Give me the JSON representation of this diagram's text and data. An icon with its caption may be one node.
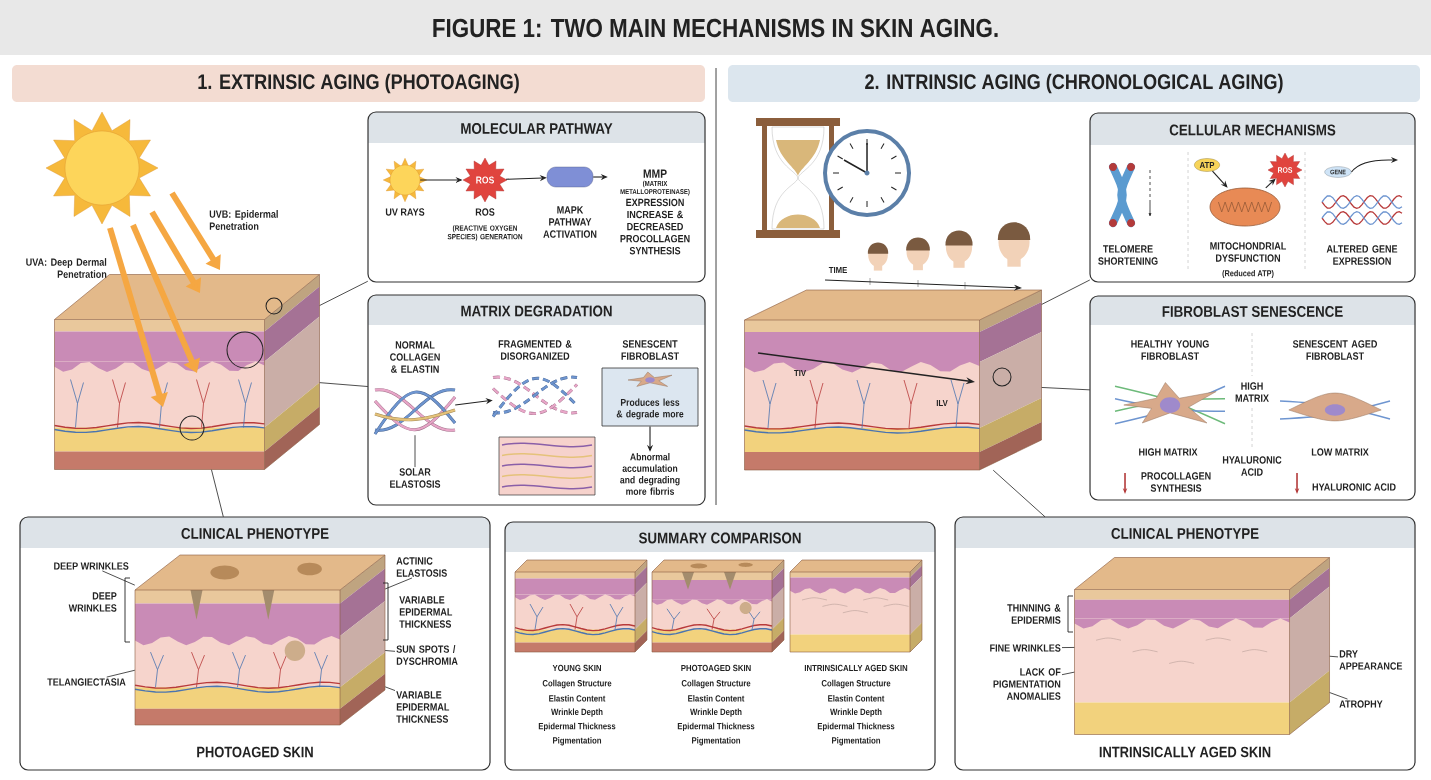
{
  "diagram": {
    "title": "FIGURE 1: TWO MAIN MECHANISMS IN SKIN AGING.",
    "nodes": [
      {
        "text": [
          "1. EXTRINSIC AGING (PHOTOAGING)"
        ]
      },
      {
        "text": [
          "2. INTRINSIC AGING (CHRONOLOGICAL AGING)"
        ]
      },
      {
        "text": [
          "MOLECULAR PATHWAY"
        ]
      },
      {
        "text": [],
        "shape": "picture",
        "in": 2,
        "beside": [
          "UV RAYS"
        ]
      },
      {
        "text": [
          "ROS"
        ],
        "in": 2,
        "beside": [
          "ROS",
          "(REACTIVE OXYGEN SPECIES) GENERATION"
        ]
      },
      {
        "text": [],
        "shape": "box",
        "in": 2,
        "beside": [
          "MAPK PATHWAY ACTIVATION"
        ]
      },
      {
        "text": [
          "MMP",
          "(MATRIX METALLOPROTEINASE)",
          "EXPRESSION INCREASE & DECREASED PROCOLLAGEN SYNTHESIS"
        ],
        "in": 2
      },
      {
        "text": [
          "MATRIX DEGRADATION"
        ]
      },
      {
        "text": [
          "NORMAL COLLAGEN & ELASTIN"
        ],
        "in": 7
      },
      {
        "text": [
          "SOLAR ELASTOSIS"
        ],
        "in": 7
      },
      {
        "text": [
          "FRAGMENTED & DISORGANIZED"
        ],
        "in": 7
      },
      {
        "text": [],
        "shape": "picture",
        "in": 7
      },
      {
        "text": [
          "Produces less & degrade more"
        ],
        "in": 7,
        "beside": [
          "SENESCENT FIBROBLAST"
        ]
      },
      {
        "text": [
          "Abnormal accumulation and degrading more fibrris"
        ],
        "in": 7
      },
      {
        "text": [],
        "shape": "picture"
      },
      {
        "text": [
          "CLINICAL PHENOTYPE",
          "PHOTOAGED SKIN"
        ]
      },
      {
        "text": [],
        "shape": "picture",
        "in": 15
      },
      {
        "text": [
          "DEEP WRINKLES"
        ],
        "in": 15
      },
      {
        "text": [
          "TELANGIECTASIA"
        ],
        "in": 15
      },
      {
        "text": [
          "ACTINIC ELASTOSIS"
        ],
        "in": 15
      },
      {
        "text": [
          "SUN SPOTS / DYSCHROMIA"
        ],
        "in": 15
      },
      {
        "text": [
          "VARIABLE EPIDERMAL THICKNESS"
        ],
        "in": 15
      },
      {
        "text": [
          "SUMMARY COMPARISON"
        ]
      },
      {
        "text": [],
        "shape": "picture",
        "in": 22,
        "beside": [
          "YOUNG SKIN",
          "Collagen Structure",
          "Elastin Content",
          "Wrinkle Depth",
          "Epidermal Thickness",
          "Pigmentation"
        ]
      },
      {
        "text": [],
        "shape": "picture",
        "in": 22,
        "beside": [
          "PHOTOAGED SKIN",
          "Collagen Structure",
          "Elastin Content",
          "Wrinkle Depth",
          "Epidermal Thickness",
          "Pigmentation"
        ]
      },
      {
        "text": [],
        "shape": "picture",
        "in": 22,
        "beside": [
          "INTRINSICALLY AGED SKIN",
          "Collagen Structure",
          "Elastin Content",
          "Wrinkle Depth",
          "Epidermal Thickness",
          "Pigmentation"
        ]
      },
      {
        "text": [],
        "shape": "picture"
      },
      {
        "text": [
          "CELLULAR MECHANISMS"
        ]
      },
      {
        "text": [],
        "shape": "picture",
        "in": 27,
        "beside": [
          "TELOMERE SHORTENING"
        ]
      },
      {
        "text": [],
        "shape": "picture",
        "in": 27,
        "beside": [
          "MITOCHONDRIAL DYSFUNCTION",
          "(Reduced ATP)"
        ]
      },
      {
        "text": [
          "ATP"
        ],
        "in": 27
      },
      {
        "text": [
          "ROS"
        ],
        "in": 27
      },
      {
        "text": [
          "ALTERED GENE EXPRESSION"
        ],
        "in": 27
      },
      {
        "text": [
          "GENE"
        ],
        "in": 27
      },
      {
        "text": [
          "FIBROBLAST SENESCENCE"
        ]
      },
      {
        "text": [],
        "shape": "picture",
        "in": 34,
        "beside": [
          "HEALTHY YOUNG FIBROBLAST"
        ]
      },
      {
        "text": [],
        "shape": "picture",
        "in": 34,
        "beside": [
          "SENESCENT AGED FIBROBLAST"
        ]
      },
      {
        "text": [
          "CLINICAL PHENOTYPE",
          "INTRINSICALLY AGED SKIN"
        ]
      },
      {
        "text": [],
        "shape": "picture",
        "in": 37
      },
      {
        "text": [
          "FINE WRINKLES"
        ],
        "in": 37
      },
      {
        "text": [
          "LACK OF PIGMENTATION ANOMALIES"
        ],
        "in": 37
      },
      {
        "text": [
          "DRY APPEARANCE"
        ],
        "in": 37
      },
      {
        "text": [
          "ATROPHY"
        ],
        "in": 37
      }
    ],
    "edges": [
      {
        "from": 3,
        "to": 4,
        "arrow": "to"
      },
      {
        "from": 4,
        "to": 5,
        "arrow": "to"
      },
      {
        "from": 5,
        "to": 6,
        "arrow": "to"
      },
      {
        "from": 9,
        "to": 8,
        "arrow": "none"
      },
      {
        "from": 8,
        "to": 10,
        "arrow": "to"
      },
      {
        "from": 12,
        "to": 13,
        "arrow": "to"
      },
      {
        "from": 14,
        "to": 2,
        "arrow": "none"
      },
      {
        "from": 14,
        "to": 7,
        "arrow": "none"
      },
      {
        "from": 14,
        "to": 15,
        "arrow": "none"
      },
      {
        "from": 17,
        "to": 16,
        "arrow": "none"
      },
      {
        "from": 18,
        "to": 16,
        "arrow": "none"
      },
      {
        "from": 19,
        "to": 16,
        "arrow": "none"
      },
      {
        "from": 20,
        "to": 16,
        "arrow": "none"
      },
      {
        "from": 21,
        "to": 16,
        "arrow": "none"
      },
      {
        "from": 26,
        "to": 27,
        "arrow": "none"
      },
      {
        "from": 26,
        "to": 34,
        "arrow": "none"
      },
      {
        "from": 26,
        "to": 37,
        "arrow": "none"
      },
      {
        "from": 30,
        "to": 29,
        "arrow": "to"
      },
      {
        "from": 29,
        "to": 31,
        "arrow": "to"
      },
      {
        "from": 33,
        "to": null,
        "arrow": "to"
      },
      {
        "from": 39,
        "to": 38,
        "arrow": "none"
      },
      {
        "from": 40,
        "to": 38,
        "arrow": "none"
      },
      {
        "from": 41,
        "to": 38,
        "arrow": "none"
      },
      {
        "from": 42,
        "to": 38,
        "arrow": "none"
      }
    ],
    "labels": [
      "UVB: Epidermal Penetration",
      "UVA: Deep Dermal Penetration",
      "TIME",
      "TIV",
      "ILV",
      "DEEP WRINKLES",
      "VARIABLE EPIDERMAL THICKNESS",
      "HIGH MATRIX",
      "HIGH MATRIX",
      "HYALURONIC ACID",
      "LOW MATRIX",
      "PROCOLLAGEN SYNTHESIS",
      "HYALURONIC ACID",
      "THINNING & EPIDERMIS"
    ]
  }
}
